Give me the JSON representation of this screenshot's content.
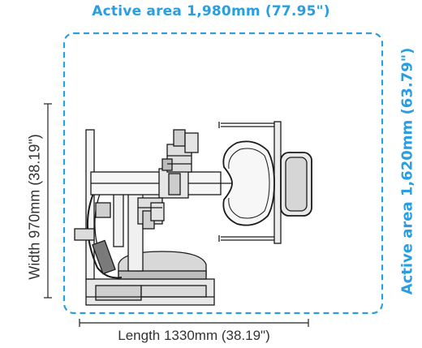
{
  "labels": {
    "active_width": "Active area 1,980mm (77.95\")",
    "active_length": "Active area 1,620mm (63.79\")",
    "width": "Width 970mm (38.19\")",
    "length": "Length 1330mm (38.19\")"
  },
  "colors": {
    "accent": "#2a9ee0",
    "line": "#222222",
    "text": "#333333"
  }
}
